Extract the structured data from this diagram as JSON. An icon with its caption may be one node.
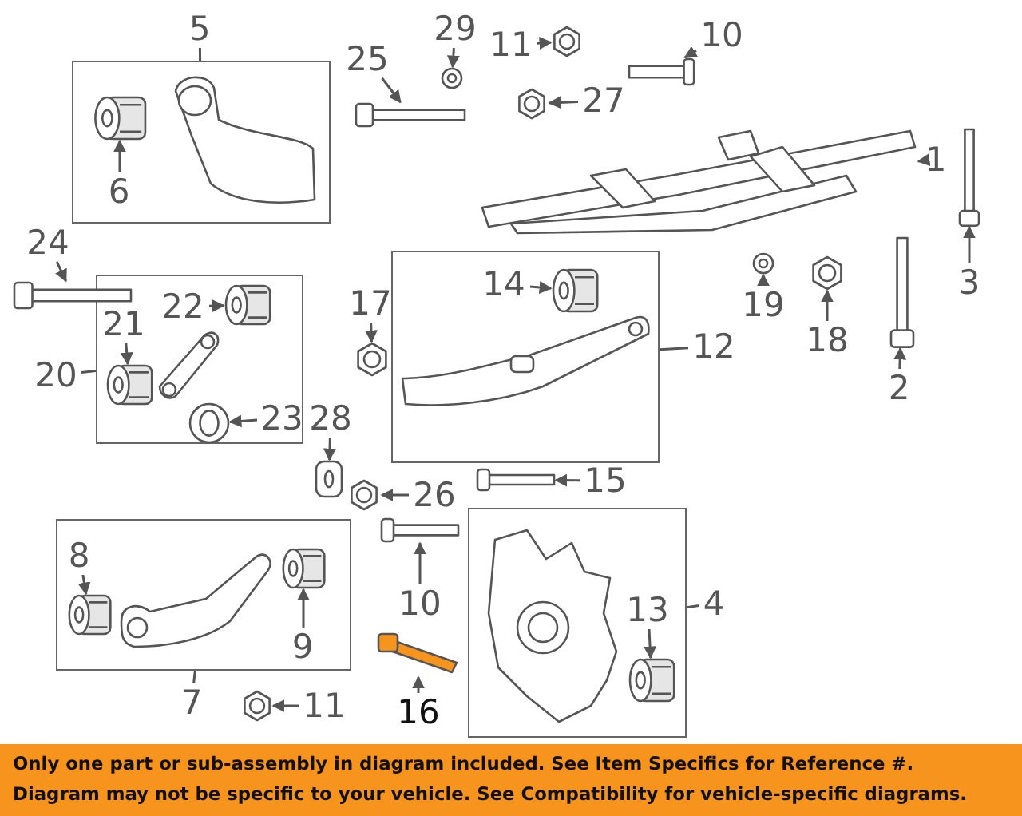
{
  "diagram": {
    "nodes": [
      {
        "text": [
          "5"
        ]
      },
      {
        "text": [],
        "shape": "box"
      },
      {
        "text": [],
        "shape": "picture",
        "in": 1
      },
      {
        "text": [],
        "shape": "cylinder",
        "in": 1
      },
      {
        "text": [
          "6"
        ],
        "in": 1
      },
      {
        "text": [
          "25"
        ]
      },
      {
        "text": [],
        "shape": "picture"
      },
      {
        "text": [
          "29"
        ]
      },
      {
        "text": [],
        "shape": "picture"
      },
      {
        "text": [
          "11"
        ]
      },
      {
        "text": [],
        "shape": "picture"
      },
      {
        "text": [
          "10"
        ]
      },
      {
        "text": [],
        "shape": "picture"
      },
      {
        "text": [
          "27"
        ]
      },
      {
        "text": [],
        "shape": "picture"
      },
      {
        "text": [],
        "shape": "picture"
      },
      {
        "text": [
          "1"
        ]
      },
      {
        "text": [
          "24"
        ]
      },
      {
        "text": [],
        "shape": "picture"
      },
      {
        "text": [
          "20"
        ]
      },
      {
        "text": [],
        "shape": "box"
      },
      {
        "text": [],
        "shape": "picture",
        "in": 20
      },
      {
        "text": [
          "22"
        ],
        "in": 20
      },
      {
        "text": [],
        "shape": "cylinder",
        "in": 20
      },
      {
        "text": [
          "21"
        ],
        "in": 20
      },
      {
        "text": [],
        "shape": "cylinder",
        "in": 20
      },
      {
        "text": [
          "23"
        ],
        "in": 20
      },
      {
        "text": [],
        "shape": "picture",
        "in": 20
      },
      {
        "text": [
          "17"
        ]
      },
      {
        "text": [],
        "shape": "picture"
      },
      {
        "text": [],
        "shape": "box"
      },
      {
        "text": [],
        "shape": "picture",
        "in": 30
      },
      {
        "text": [
          "14"
        ],
        "in": 30
      },
      {
        "text": [],
        "shape": "cylinder",
        "in": 30
      },
      {
        "text": [
          "12"
        ]
      },
      {
        "text": [
          "19"
        ]
      },
      {
        "text": [],
        "shape": "picture"
      },
      {
        "text": [
          "18"
        ]
      },
      {
        "text": [],
        "shape": "picture"
      },
      {
        "text": [],
        "shape": "picture"
      },
      {
        "text": [
          "2"
        ]
      },
      {
        "text": [],
        "shape": "picture"
      },
      {
        "text": [
          "3"
        ]
      },
      {
        "text": [
          "28"
        ]
      },
      {
        "text": [],
        "shape": "picture"
      },
      {
        "text": [],
        "shape": "picture"
      },
      {
        "text": [
          "26"
        ]
      },
      {
        "text": [],
        "shape": "picture"
      },
      {
        "text": [
          "15"
        ]
      },
      {
        "text": [],
        "shape": "box"
      },
      {
        "text": [
          "8"
        ],
        "in": 49
      },
      {
        "text": [],
        "shape": "cylinder",
        "in": 49
      },
      {
        "text": [],
        "shape": "picture",
        "in": 49
      },
      {
        "text": [],
        "shape": "cylinder",
        "in": 49
      },
      {
        "text": [
          "9"
        ],
        "in": 49
      },
      {
        "text": [
          "7"
        ]
      },
      {
        "text": [],
        "shape": "picture"
      },
      {
        "text": [
          "10"
        ]
      },
      {
        "text": [],
        "shape": "box"
      },
      {
        "text": [],
        "shape": "picture",
        "in": 58
      },
      {
        "text": [],
        "shape": "cylinder",
        "in": 58
      },
      {
        "text": [
          "13"
        ],
        "in": 58
      },
      {
        "text": [
          "4"
        ]
      },
      {
        "text": [],
        "shape": "picture"
      },
      {
        "text": [
          "16"
        ]
      },
      {
        "text": [],
        "shape": "picture"
      },
      {
        "text": [
          "11"
        ]
      }
    ],
    "edges": [
      {
        "from": 0,
        "to": 1,
        "arrow": "none"
      },
      {
        "from": 4,
        "to": 3,
        "arrow": "to"
      },
      {
        "from": 5,
        "to": 6,
        "arrow": "to"
      },
      {
        "from": 7,
        "to": 8,
        "arrow": "to"
      },
      {
        "from": 9,
        "to": 10,
        "arrow": "to"
      },
      {
        "from": 11,
        "to": 12,
        "arrow": "to"
      },
      {
        "from": 13,
        "to": 14,
        "arrow": "to"
      },
      {
        "from": 16,
        "to": 15,
        "arrow": "to"
      },
      {
        "from": 17,
        "to": 18,
        "arrow": "to"
      },
      {
        "from": 19,
        "to": 20,
        "arrow": "none"
      },
      {
        "from": 22,
        "to": 23,
        "arrow": "to"
      },
      {
        "from": 24,
        "to": 25,
        "arrow": "to"
      },
      {
        "from": 26,
        "to": 27,
        "arrow": "to"
      },
      {
        "from": 28,
        "to": 29,
        "arrow": "to"
      },
      {
        "from": 32,
        "to": 33,
        "arrow": "to"
      },
      {
        "from": 34,
        "to": 30,
        "arrow": "none"
      },
      {
        "from": 35,
        "to": 36,
        "arrow": "to"
      },
      {
        "from": 37,
        "to": 38,
        "arrow": "to"
      },
      {
        "from": 40,
        "to": 39,
        "arrow": "to"
      },
      {
        "from": 42,
        "to": 41,
        "arrow": "to"
      },
      {
        "from": 43,
        "to": 44,
        "arrow": "to"
      },
      {
        "from": 46,
        "to": 45,
        "arrow": "to"
      },
      {
        "from": 48,
        "to": 47,
        "arrow": "to"
      },
      {
        "from": 50,
        "to": 51,
        "arrow": "to"
      },
      {
        "from": 54,
        "to": 53,
        "arrow": "to"
      },
      {
        "from": 55,
        "to": 49,
        "arrow": "none"
      },
      {
        "from": 57,
        "to": 56,
        "arrow": "to"
      },
      {
        "from": 61,
        "to": 60,
        "arrow": "to"
      },
      {
        "from": 62,
        "to": 58,
        "arrow": "none"
      },
      {
        "from": 64,
        "to": 63,
        "arrow": "to"
      },
      {
        "from": 66,
        "to": 65,
        "arrow": "to"
      }
    ],
    "labels": [
      "Only one part or sub-assembly in diagram included. See Item Specifics for Reference #.",
      "Diagram may not be specific to your vehicle. See Compatibility for vehicle-specific diagrams."
    ]
  }
}
